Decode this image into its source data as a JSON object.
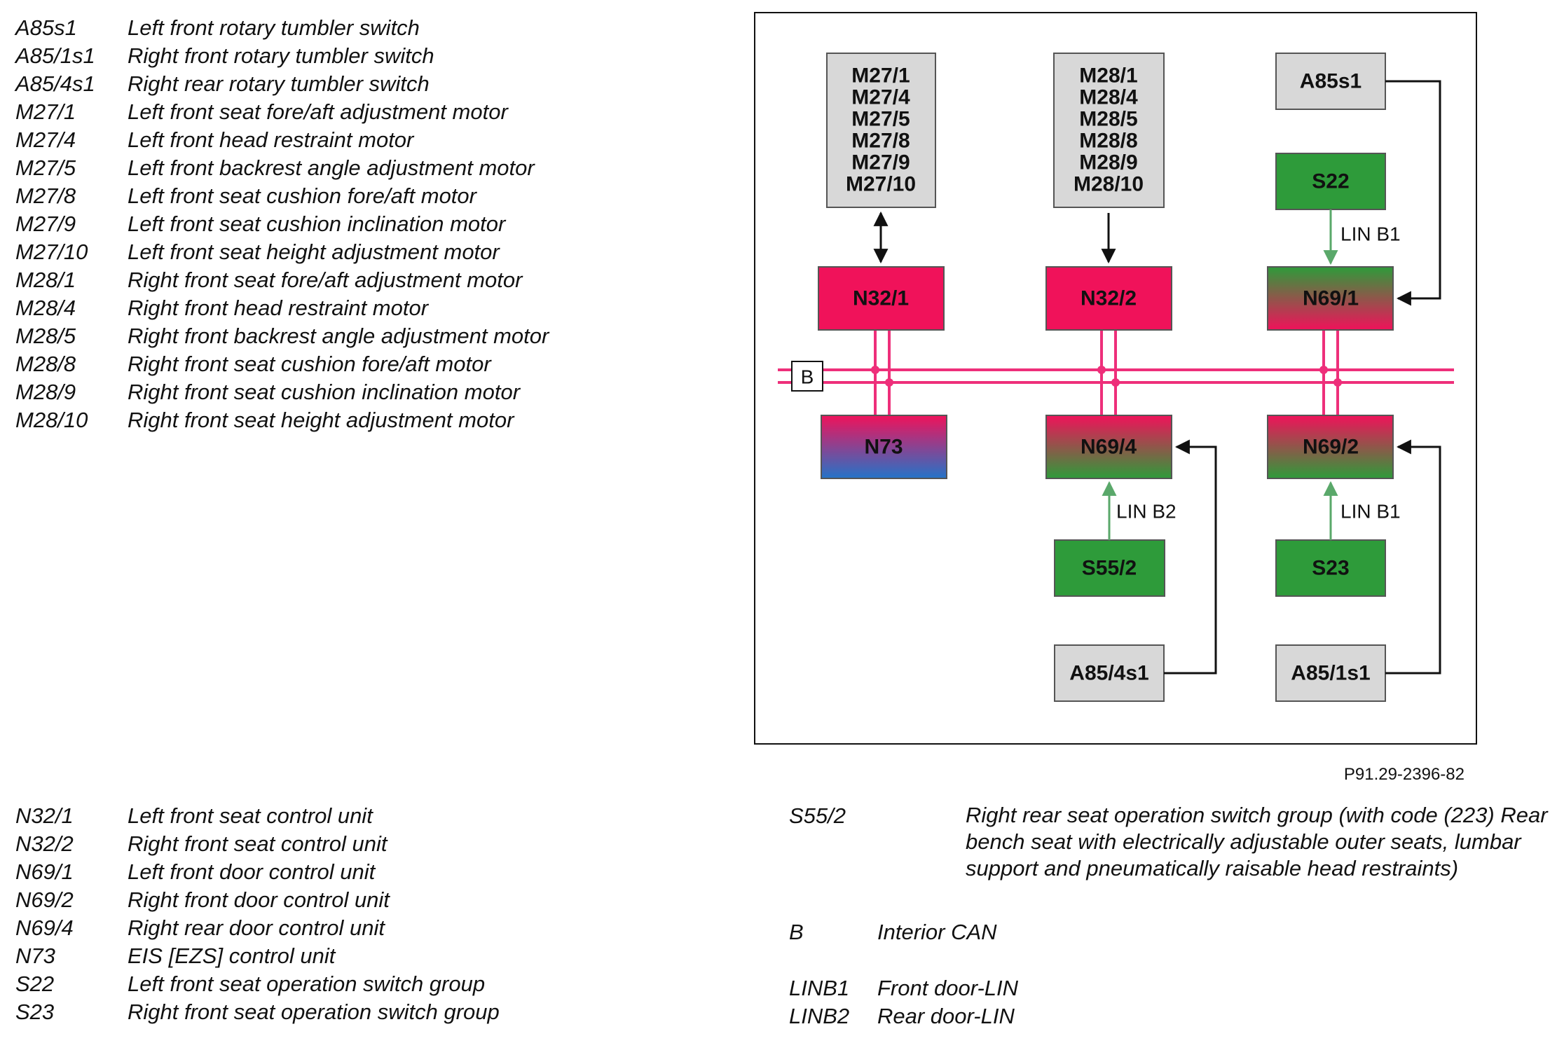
{
  "legend_top": [
    {
      "code": "A85s1",
      "desc": "Left front rotary tumbler switch"
    },
    {
      "code": "A85/1s1",
      "desc": "Right front rotary tumbler switch"
    },
    {
      "code": "A85/4s1",
      "desc": "Right rear rotary tumbler switch"
    },
    {
      "code": "M27/1",
      "desc": "Left front seat fore/aft adjustment motor"
    },
    {
      "code": "M27/4",
      "desc": "Left front head restraint motor"
    },
    {
      "code": "M27/5",
      "desc": "Left front backrest angle adjustment motor"
    },
    {
      "code": "M27/8",
      "desc": "Left front seat cushion fore/aft motor"
    },
    {
      "code": "M27/9",
      "desc": "Left front seat cushion inclination motor"
    },
    {
      "code": "M27/10",
      "desc": "Left front seat height adjustment motor"
    },
    {
      "code": "M28/1",
      "desc": "Right front seat fore/aft adjustment motor"
    },
    {
      "code": "M28/4",
      "desc": "Right front head restraint motor"
    },
    {
      "code": "M28/5",
      "desc": "Right front backrest angle adjustment motor"
    },
    {
      "code": "M28/8",
      "desc": "Right front seat cushion fore/aft motor"
    },
    {
      "code": "M28/9",
      "desc": "Right front seat cushion inclination motor"
    },
    {
      "code": "M28/10",
      "desc": "Right front seat height adjustment motor"
    }
  ],
  "legend_bottom": [
    {
      "code": "N32/1",
      "desc": "Left front seat control unit"
    },
    {
      "code": "N32/2",
      "desc": "Right front seat control unit"
    },
    {
      "code": "N69/1",
      "desc": "Left front door control unit"
    },
    {
      "code": "N69/2",
      "desc": "Right front door control unit"
    },
    {
      "code": "N69/4",
      "desc": "Right rear door control unit"
    },
    {
      "code": "N73",
      "desc": "EIS [EZS] control unit"
    },
    {
      "code": "S22",
      "desc": "Left front seat operation switch group"
    },
    {
      "code": "S23",
      "desc": "Right front seat operation switch group"
    }
  ],
  "legend_right": [
    {
      "code": "S55/2",
      "desc": "Right rear seat operation switch group (with code (223) Rear bench seat with electrically adjustable outer seats, lumbar support and pneumatically raisable head restraints)"
    },
    {
      "code": "B",
      "desc": "Interior CAN"
    },
    {
      "code": "LINB1",
      "desc": "Front door-LIN"
    },
    {
      "code": "LINB2",
      "desc": "Rear door-LIN"
    }
  ],
  "figure_ref": "P91.29-2396-82",
  "diagram": {
    "colors": {
      "gray": "#d8d8d8",
      "green": "#2e9b3a",
      "magenta": "#f0125a",
      "blue": "#2474c8",
      "lin": "#5aa86a",
      "can": "#ee2f7a"
    },
    "motors_left": [
      "M27/1",
      "M27/4",
      "M27/5",
      "M27/8",
      "M27/9",
      "M27/10"
    ],
    "motors_right": [
      "M28/1",
      "M28/4",
      "M28/5",
      "M28/8",
      "M28/9",
      "M28/10"
    ],
    "nodes": {
      "a85s1": "A85s1",
      "s22": "S22",
      "n32_1": "N32/1",
      "n32_2": "N32/2",
      "n69_1": "N69/1",
      "n73": "N73",
      "n69_4": "N69/4",
      "n69_2": "N69/2",
      "s55_2": "S55/2",
      "s23": "S23",
      "a85_4s1": "A85/4s1",
      "a85_1s1": "A85/1s1"
    },
    "bus_label": "B",
    "lin_labels": {
      "s22_to_n69_1": "LIN B1",
      "s55_2_to_n69_4": "LIN B2",
      "s23_to_n69_2": "LIN B1"
    }
  }
}
